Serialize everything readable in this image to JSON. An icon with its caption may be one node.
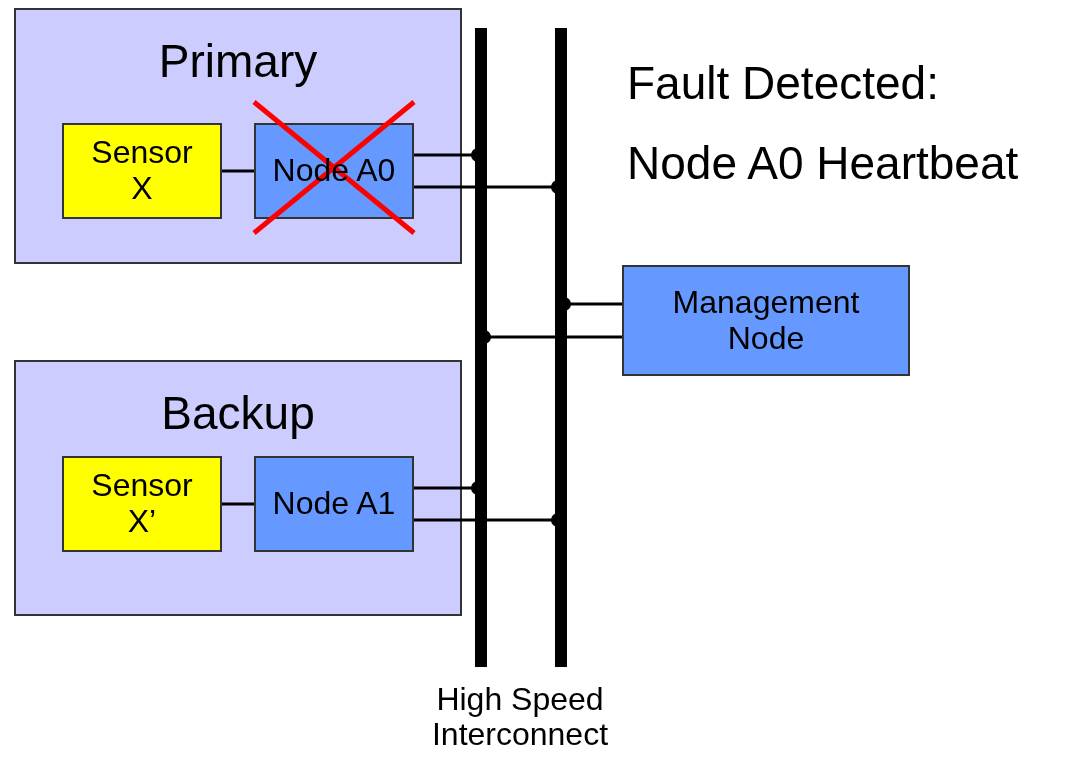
{
  "diagram": {
    "nodes": [
      {
        "text": [
          "Primary"
        ]
      },
      {
        "text": [
          "Sensor X"
        ],
        "in": 0
      },
      {
        "text": [
          "Node A0"
        ],
        "in": 0
      },
      {
        "text": [
          "Backup"
        ]
      },
      {
        "text": [
          "Sensor X’"
        ],
        "in": 3
      },
      {
        "text": [
          "Node A1"
        ],
        "in": 3
      },
      {
        "text": [
          "Management Node"
        ]
      },
      {
        "text": [],
        "shape": "bar"
      },
      {
        "text": [],
        "shape": "bar"
      }
    ],
    "edges": [
      {
        "from": 1,
        "to": 2,
        "arrow": "none"
      },
      {
        "from": 2,
        "to": 7,
        "arrow": "other"
      },
      {
        "from": 2,
        "to": 8,
        "arrow": "other"
      },
      {
        "from": 6,
        "to": 8,
        "arrow": "other"
      },
      {
        "from": 6,
        "to": 7,
        "arrow": "other"
      },
      {
        "from": 4,
        "to": 5,
        "arrow": "none"
      },
      {
        "from": 5,
        "to": 7,
        "arrow": "other"
      },
      {
        "from": 5,
        "to": 8,
        "arrow": "other"
      }
    ],
    "labels": [
      "Fault Detected:",
      "Node A0 Heartbeat",
      "High Speed Interconnect"
    ]
  }
}
